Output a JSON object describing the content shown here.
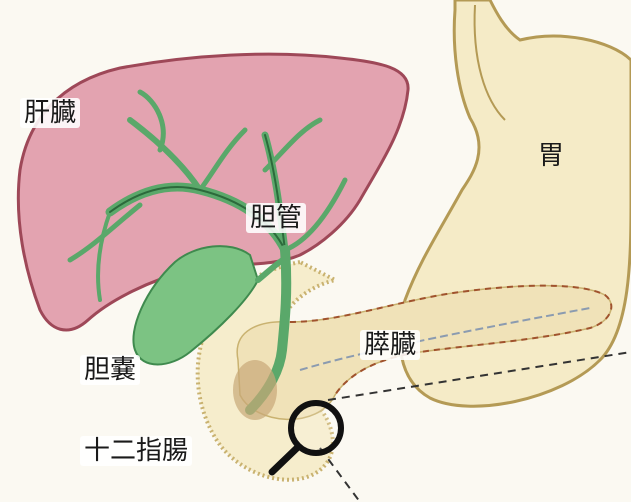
{
  "labels": {
    "liver": "肝臓",
    "stomach": "胃",
    "bile_duct": "胆管",
    "pancreas": "膵臓",
    "gallbladder": "胆嚢",
    "duodenum": "十二指腸"
  },
  "colors": {
    "liver": "#e3a3b0",
    "liver_outline": "#9e4858",
    "stomach": "#f5ebc7",
    "stomach_outline": "#b49a55",
    "pancreas": "#f0e2b8",
    "pancreas_dash": "#a0522d",
    "duct": "#5aa86a",
    "duct_dark": "#2c6a3b",
    "gallbladder": "#7cc383",
    "duodenum": "#f6edcc",
    "duodenum_outline": "#c9b270",
    "ampulla": "#c7a878",
    "magnifier": "#111111",
    "guide_line": "#333333"
  },
  "icons": {
    "magnifier": "magnifier-icon"
  }
}
